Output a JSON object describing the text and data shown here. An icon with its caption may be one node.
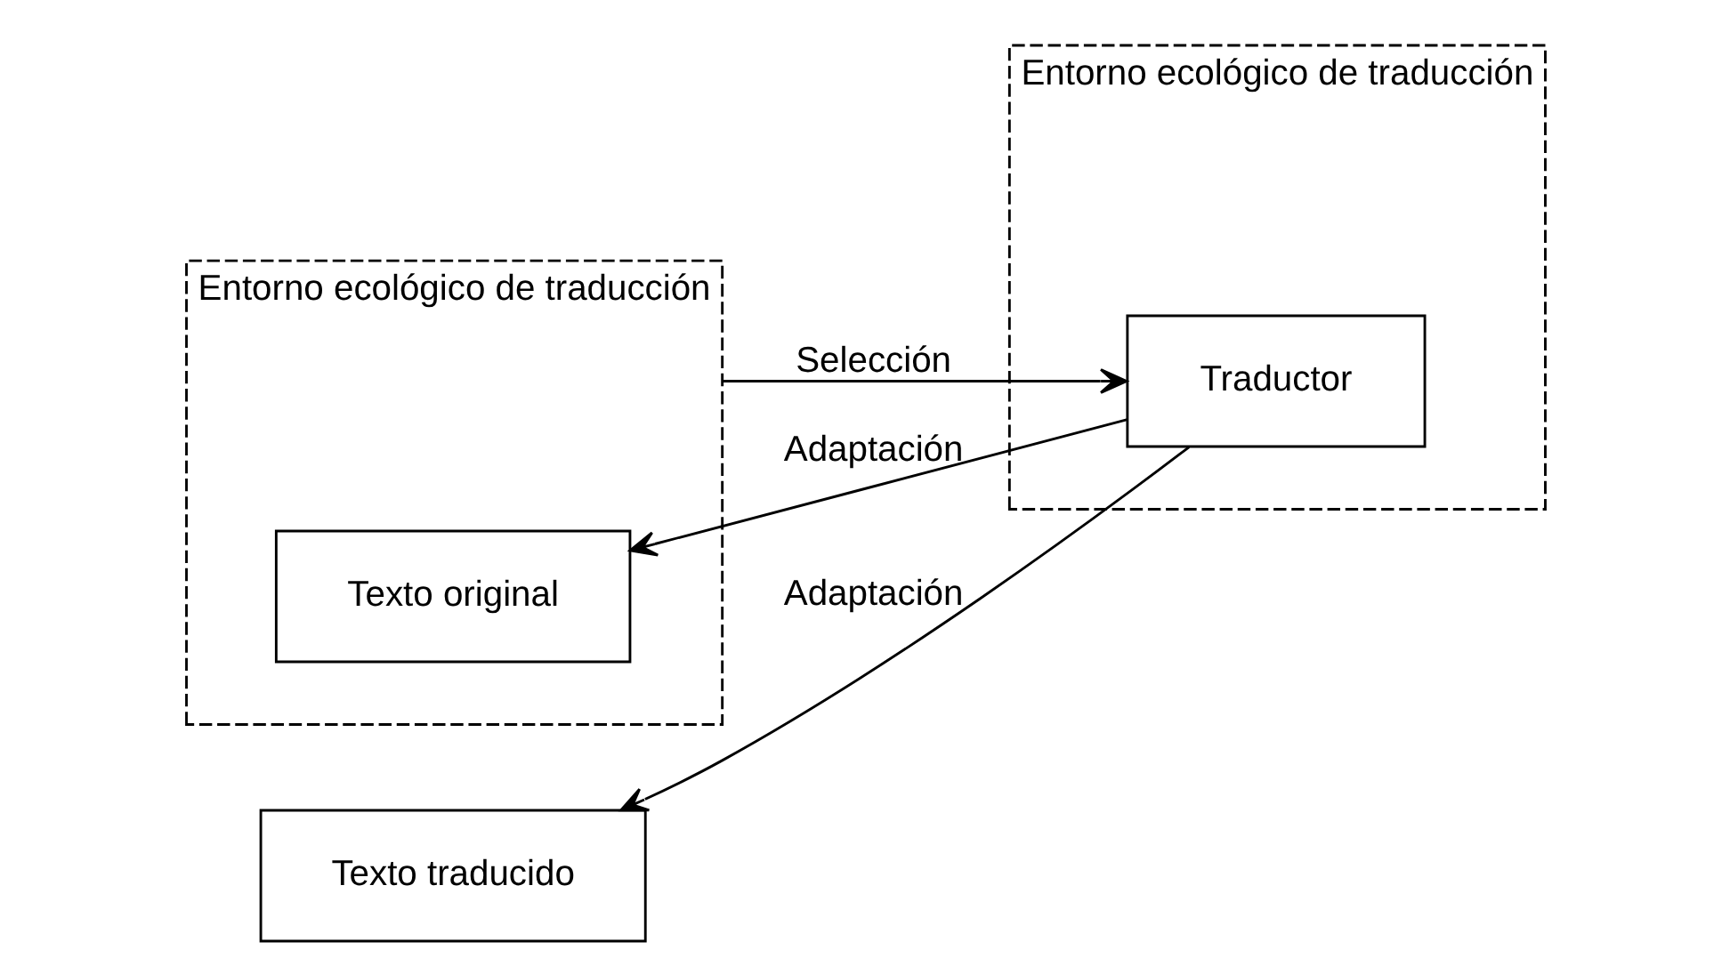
{
  "diagram": {
    "nodes": [
      {
        "text": [
          "Entorno ecológico de traducción"
        ]
      },
      {
        "text": [
          "Texto original"
        ],
        "in": 0
      },
      {
        "text": [
          "Texto traducido"
        ]
      },
      {
        "text": [
          "Entorno ecológico de traducción"
        ]
      },
      {
        "text": [
          "Traductor"
        ],
        "in": 3
      }
    ],
    "edges": [
      {
        "from": 4,
        "to": 1,
        "arrow": "to",
        "label": "Adaptación"
      },
      {
        "from": 4,
        "to": 2,
        "arrow": "to",
        "label": "Adaptación"
      },
      {
        "from": 0,
        "to": 4,
        "arrow": "to",
        "label": "Selección"
      }
    ]
  }
}
